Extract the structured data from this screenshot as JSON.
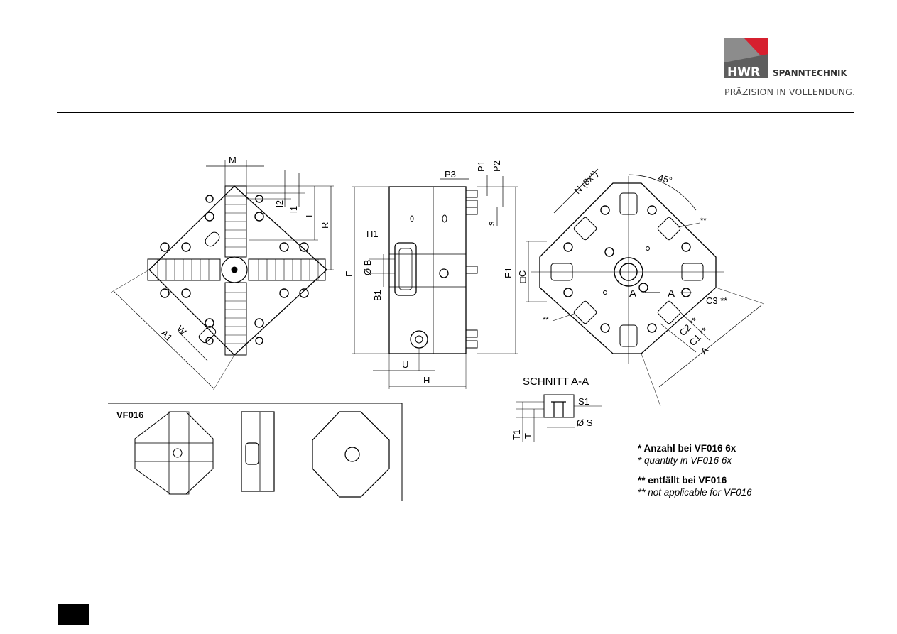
{
  "header": {
    "logo_mark": "HWR",
    "logo_word": "SPANNTECHNIK",
    "tagline": "PRÄZISION IN VOLLENDUNG."
  },
  "dimensions": {
    "M": "M",
    "P3": "P3",
    "P1": "P1",
    "P2": "P2",
    "l2": "l2",
    "l1": "l1",
    "L": "L",
    "R": "R",
    "H1": "H1",
    "E": "E",
    "E1": "E1",
    "s": "s",
    "B": "Ø B",
    "B1": "B1",
    "U": "U",
    "H": "H",
    "W": "W",
    "A1": "A1",
    "N": "N (8x*)",
    "angle": "45°",
    "C": "□C",
    "A_sec1": "A",
    "A_sec2": "A",
    "C3": "C3 **",
    "C2": "C2 **",
    "C1": "C1 **",
    "A": "A",
    "star_top": "**",
    "star_left": "**"
  },
  "section": {
    "title": "SCHNITT A-A",
    "S1": "S1",
    "S": "Ø S",
    "T1": "T1",
    "T": "T"
  },
  "variant_panel": {
    "label": "VF016"
  },
  "notes": [
    {
      "text": "* Anzahl bei VF016 6x",
      "style": "bold"
    },
    {
      "text": "* quantity in VF016 6x",
      "style": "italic"
    },
    {
      "text": "** entfällt bei VF016",
      "style": "bold"
    },
    {
      "text": "** not applicable for VF016",
      "style": "italic"
    }
  ],
  "colors": {
    "logo_grey": "#8c8c8c",
    "logo_red": "#d6202f",
    "logo_dark": "#5a5a5a"
  }
}
